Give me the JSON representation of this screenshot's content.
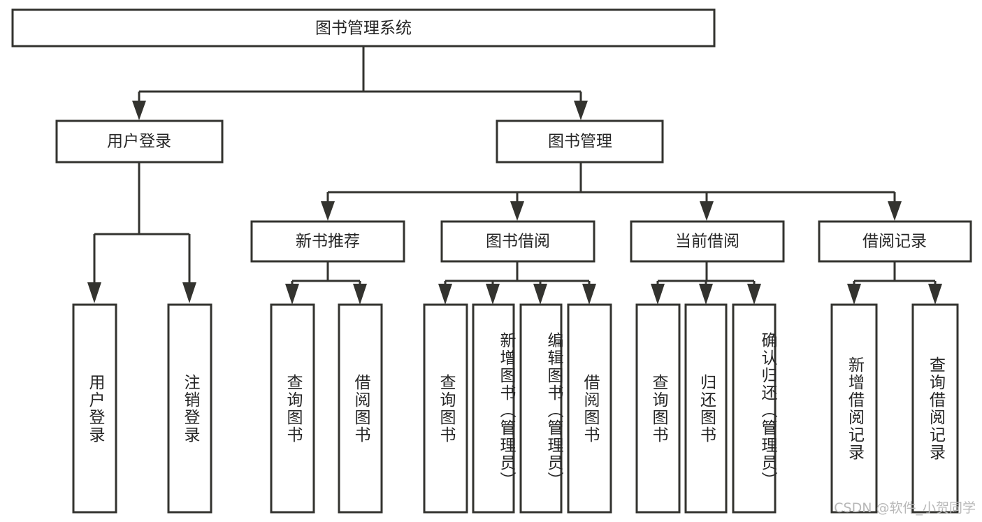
{
  "diagram": {
    "title": "图书管理系统",
    "type": "tree-hierarchy",
    "watermark": "CSDN @软件_小贺同学",
    "colors": {
      "stroke": "#33332f",
      "fill": "#ffffff",
      "text": "#262626",
      "watermark": "#b8b8b8",
      "background": "#ffffff"
    },
    "root": {
      "label": "图书管理系统"
    },
    "level2": [
      {
        "label": "用户登录"
      },
      {
        "label": "图书管理"
      }
    ],
    "level3": [
      {
        "label": "新书推荐"
      },
      {
        "label": "图书借阅"
      },
      {
        "label": "当前借阅"
      },
      {
        "label": "借阅记录"
      }
    ],
    "leaves": {
      "user_login": [
        {
          "label": "用户登录"
        },
        {
          "label": "注销登录"
        }
      ],
      "new_book_recommend": [
        {
          "label": "查询图书"
        },
        {
          "label": "借阅图书"
        }
      ],
      "book_borrow": [
        {
          "label": "查询图书"
        },
        {
          "label": "新增图书（管理员）"
        },
        {
          "label": "编辑图书（管理员）"
        },
        {
          "label": "借阅图书"
        }
      ],
      "current_borrow": [
        {
          "label": "查询图书"
        },
        {
          "label": "归还图书"
        },
        {
          "label": "确认归还（管理员）"
        }
      ],
      "borrow_record": [
        {
          "label": "新增借阅记录"
        },
        {
          "label": "查询借阅记录"
        }
      ]
    }
  }
}
